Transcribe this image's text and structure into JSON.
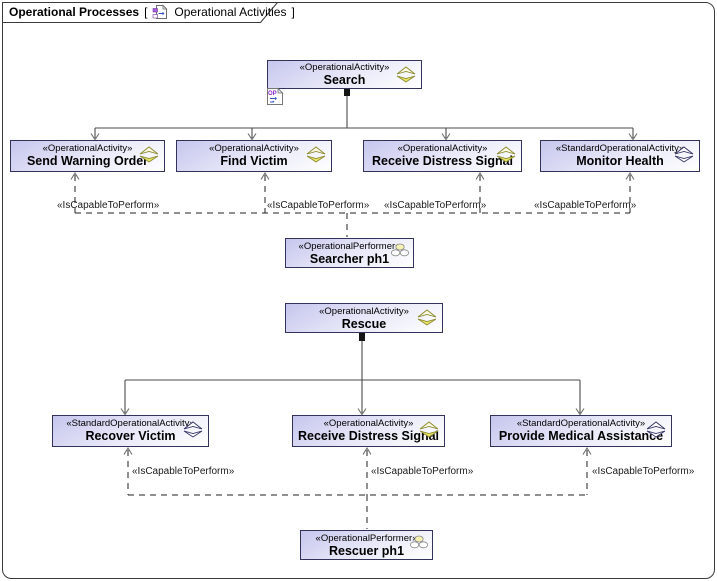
{
  "frame": {
    "title": "Operational Processes",
    "bracket_open": "[",
    "diagram_name": "Operational Activities",
    "bracket_close": "]"
  },
  "edge_label": "«IsCapableToPerform»",
  "nodes": {
    "search": {
      "stereotype": "«OperationalActivity»",
      "name": "Search"
    },
    "send_warning_order": {
      "stereotype": "«OperationalActivity»",
      "name": "Send Warning Order"
    },
    "find_victim": {
      "stereotype": "«OperationalActivity»",
      "name": "Find Victim"
    },
    "receive_distress_signal_1": {
      "stereotype": "«OperationalActivity»",
      "name": "Receive Distress Signal"
    },
    "monitor_health": {
      "stereotype": "«StandardOperationalActivity»",
      "name": "Monitor Health"
    },
    "searcher_ph1": {
      "stereotype": "«OperationalPerformer»",
      "name": "Searcher ph1"
    },
    "rescue": {
      "stereotype": "«OperationalActivity»",
      "name": "Rescue"
    },
    "recover_victim": {
      "stereotype": "«StandardOperationalActivity»",
      "name": "Recover Victim"
    },
    "receive_distress_signal_2": {
      "stereotype": "«OperationalActivity»",
      "name": "Receive Distress Signal"
    },
    "provide_medical_assistance": {
      "stereotype": "«StandardOperationalActivity»",
      "name": "Provide Medical Assistance"
    },
    "rescuer_ph1": {
      "stereotype": "«OperationalPerformer»",
      "name": "Rescuer ph1"
    }
  },
  "icons": {
    "header_diagram": "op-diagram-icon",
    "activity": "double-chevron-activity-icon",
    "standard_activity": "double-chevron-outline-icon",
    "performer": "org-nodes-icon",
    "sub_diagram": "op-sub-diagram-icon"
  },
  "colors": {
    "node_border": "#32325a",
    "node_fill_top": "#c6c6ee",
    "activity_icon_fill": "#e8e468",
    "performer_icon_fill": "#f6f2b4",
    "frame_border": "#3a3a3a",
    "line": "#4b4b4b"
  }
}
